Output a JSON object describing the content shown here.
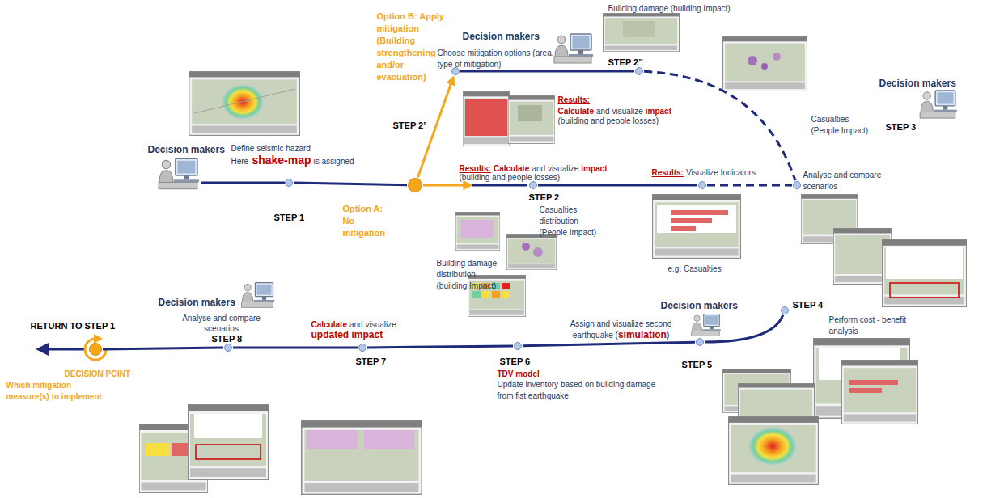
{
  "diagram": {
    "nodes": [
      {
        "text": [
          "Decision makers",
          "Define seismic hazard",
          "Here",
          "shake-map",
          "is assigned",
          "STEP 1"
        ]
      },
      {
        "text": [
          "Option A: No mitigation",
          "Option B: Apply mitigation (Building strengthening and/or evacuation)",
          "STEP 2’"
        ]
      },
      {
        "text": [
          "Decision makers",
          "Choose mitigation options (area, type of mitigation)"
        ]
      },
      {
        "text": [
          "Building damage (building Impact)",
          "STEP 2’’",
          "Results:",
          "Calculate",
          "and visualize",
          "impact",
          "(building and people losses)",
          "Casualties (People Impact)"
        ]
      },
      {
        "text": [
          "Results:",
          "Calculate",
          "and visualize",
          "impact",
          "(building and people losses)",
          "STEP 2",
          "Casualties distribution (People Impact)",
          "Building damage distribution (building Impact)"
        ]
      },
      {
        "text": [
          "Results:",
          "Visualize Indicators",
          "e.g. Casualties"
        ]
      },
      {
        "text": [
          "Decision makers",
          "STEP 3",
          "Analyse and compare scenarios"
        ]
      },
      {
        "text": [
          "STEP 4",
          "Perform cost - benefit analysis"
        ]
      },
      {
        "text": [
          "Decision makers",
          "Assign and visualize second earthquake (",
          "simulation",
          ")",
          "STEP 5"
        ]
      },
      {
        "text": [
          "STEP 6",
          "TDV model",
          "Update inventory based on building damage from fist earthquake"
        ]
      },
      {
        "text": [
          "Calculate",
          "and visualize",
          "updated impact",
          "STEP 7"
        ]
      },
      {
        "text": [
          "Decision makers",
          "Analyse and compare scenarios",
          "STEP 8"
        ]
      },
      {
        "text": [
          "RETURN TO STEP 1",
          "DECISION POINT",
          "Which mitigation measure(s) to implement"
        ]
      }
    ],
    "edges": [
      {
        "from": 0,
        "to": 1,
        "arrow": "none"
      },
      {
        "from": 1,
        "to": 2,
        "arrow": "to"
      },
      {
        "from": 1,
        "to": 4,
        "arrow": "to"
      },
      {
        "from": 2,
        "to": 3,
        "arrow": "none"
      },
      {
        "from": 3,
        "to": 6,
        "arrow": "none"
      },
      {
        "from": 4,
        "to": 5,
        "arrow": "none"
      },
      {
        "from": 5,
        "to": 6,
        "arrow": "none"
      },
      {
        "from": 7,
        "to": 8,
        "arrow": "none"
      },
      {
        "from": 8,
        "to": 9,
        "arrow": "none"
      },
      {
        "from": 9,
        "to": 10,
        "arrow": "none"
      },
      {
        "from": 10,
        "to": 11,
        "arrow": "none"
      },
      {
        "from": 11,
        "to": 12,
        "arrow": "none"
      }
    ]
  }
}
